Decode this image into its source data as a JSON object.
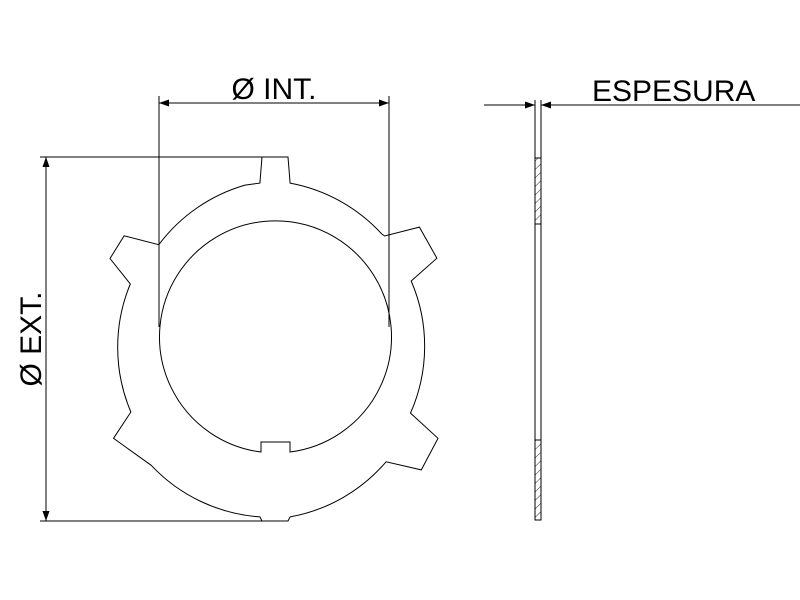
{
  "drawing": {
    "labels": {
      "inner_diameter": "Ø INT.",
      "outer_diameter": "Ø EXT.",
      "thickness": "ESPESURA"
    },
    "line_color": "#000000",
    "background_color": "#ffffff"
  }
}
